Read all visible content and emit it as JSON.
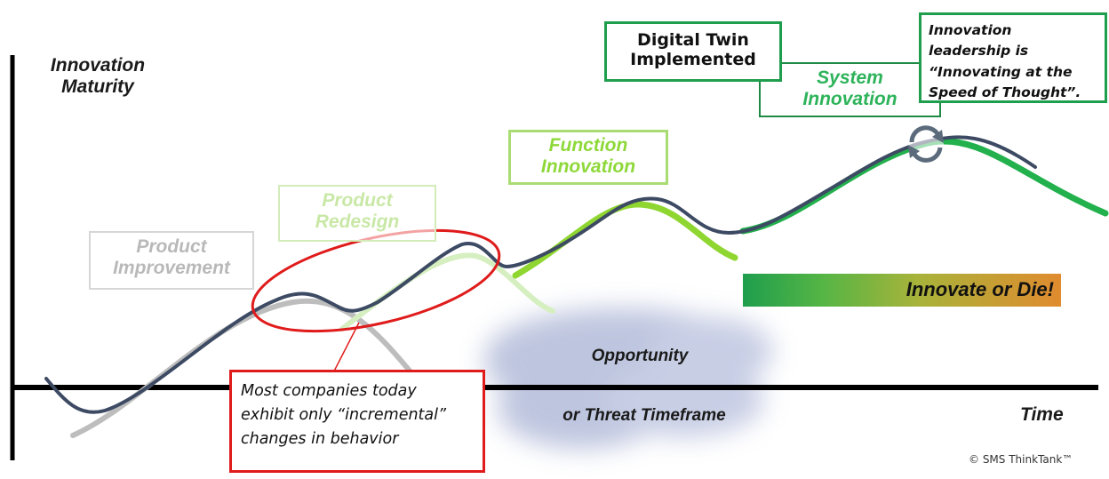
{
  "axis": {
    "y_label": "Innovation\nMaturity",
    "x_label": "Time"
  },
  "stages": {
    "improvement": "Product\nImprovement",
    "redesign": "Product\nRedesign",
    "function": "Function\nInnovation",
    "system": "System\nInnovation"
  },
  "callouts": {
    "digital_twin": "Digital Twin\nImplemented",
    "leadership": "Innovation leadership is “Innovating at the Speed of Thought”.",
    "innovate": "Innovate or Die!",
    "note": "Most companies today exhibit only “incremental” changes in behavior"
  },
  "opportunity": {
    "line1": "Opportunity",
    "line2": "or Threat Timeframe"
  },
  "copyright": "© SMS  ThinkTank™",
  "colors": {
    "axis": "#000000",
    "overall_curve": "#3d4a63",
    "improvement_curve": "#bdbdbd",
    "redesign_curve": "#d6efc0",
    "function_curve": "#8fd631",
    "system_curve": "#22b14c",
    "highlight": "#e01b1b",
    "cloud": "#a9b2d4",
    "cycle_icon": "#5b6b7c"
  },
  "icons": {
    "cycle": "refresh-cycle-icon"
  }
}
